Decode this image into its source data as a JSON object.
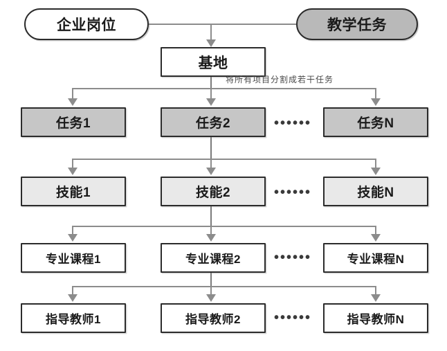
{
  "diagram": {
    "title_nodes": {
      "enterprise_post": "企业岗位",
      "teaching_task": "教学任务",
      "base": "基地"
    },
    "annotation": "将所有项目分割成若干任务",
    "ellipsis": "••••••",
    "rows": [
      {
        "id": "task-row",
        "style": "grey",
        "items": [
          {
            "label": "任务1"
          },
          {
            "label": "任务2"
          },
          {
            "label": "任务N"
          }
        ]
      },
      {
        "id": "skill-row",
        "style": "light-grey",
        "items": [
          {
            "label": "技能1"
          },
          {
            "label": "技能2"
          },
          {
            "label": "技能N"
          }
        ]
      },
      {
        "id": "course-row",
        "style": "white",
        "items": [
          {
            "label": "专业课程1"
          },
          {
            "label": "专业课程2"
          },
          {
            "label": "专业课程N"
          }
        ]
      },
      {
        "id": "teacher-row",
        "style": "white",
        "items": [
          {
            "label": "指导教师1"
          },
          {
            "label": "指导教师2"
          },
          {
            "label": "指导教师N"
          }
        ]
      }
    ],
    "colors": {
      "node_border": "#2b2b2b",
      "pill_grey_fill": "#b9b9b9",
      "task_fill": "#c6c6c6",
      "skill_fill": "#e9e9e9",
      "white_fill": "#ffffff",
      "connector": "#8c8c8c",
      "text": "#1a1a1a"
    }
  }
}
